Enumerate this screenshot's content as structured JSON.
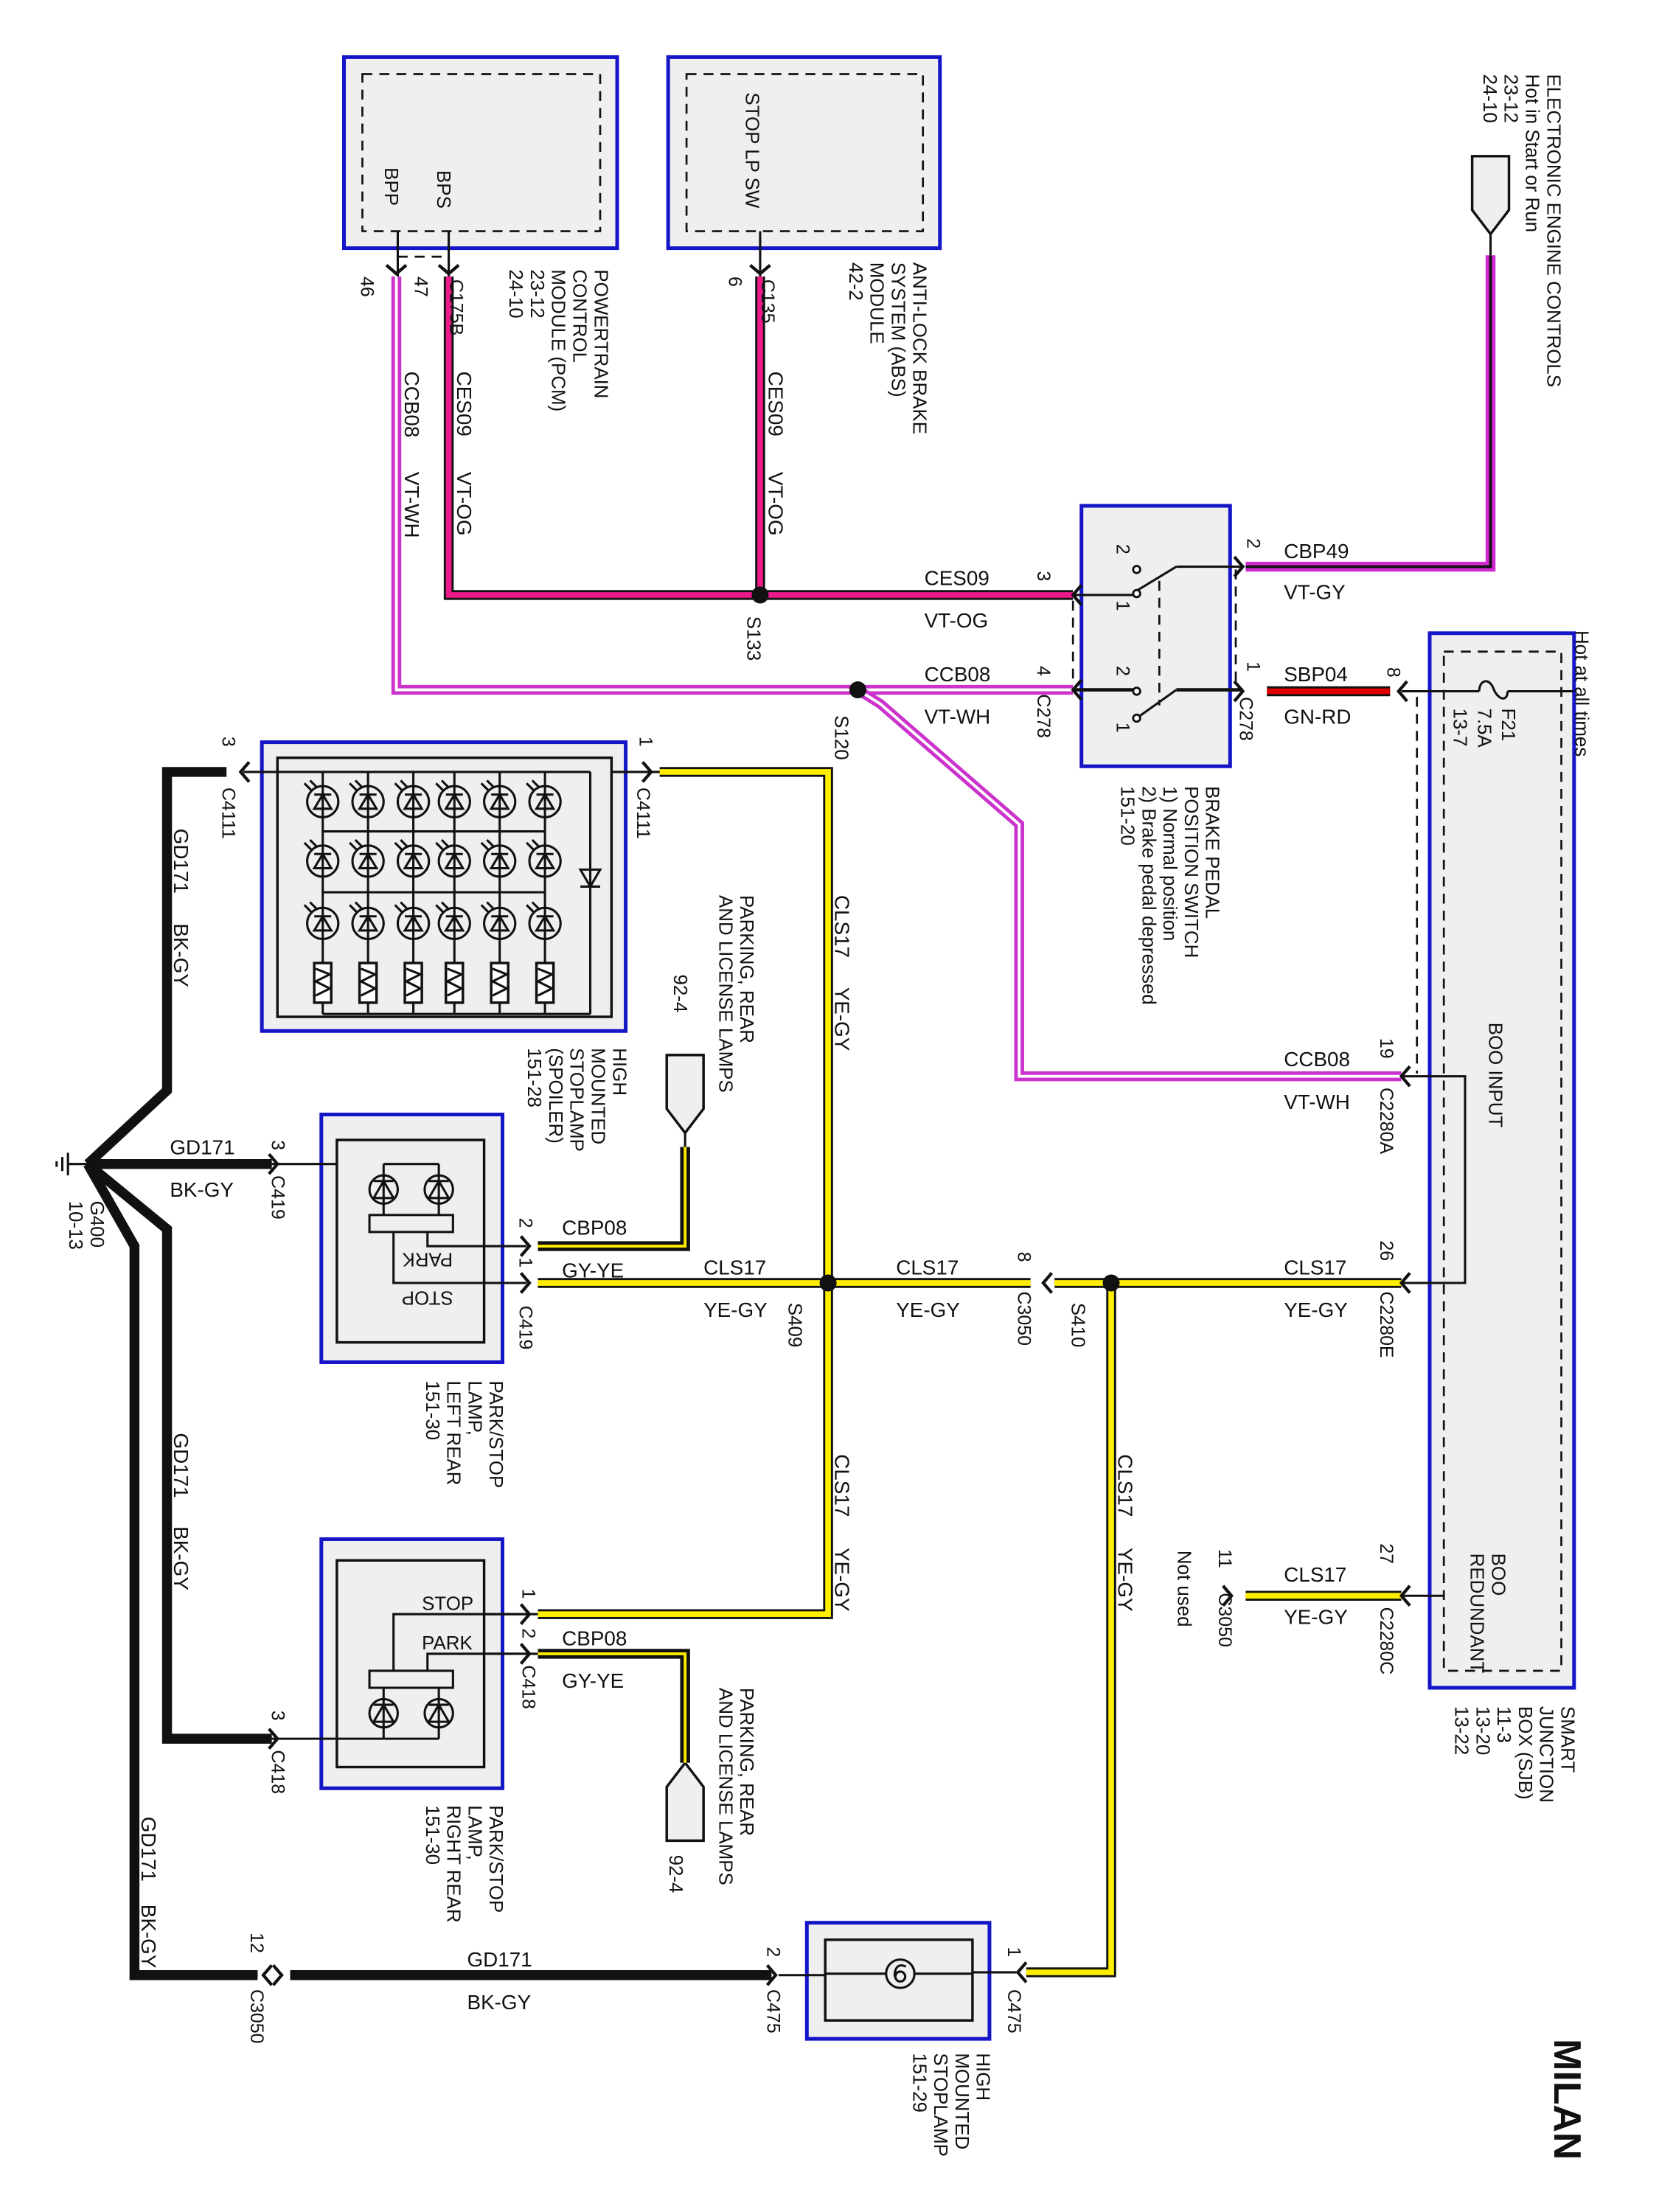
{
  "title": "MILAN",
  "modules": {
    "pcm": {
      "name_lines": [
        "POWERTRAIN",
        "CONTROL",
        "MODULE (PCM)",
        "23-12",
        "24-10"
      ],
      "pin_bps": "BPS",
      "pin_bpp": "BPP"
    },
    "abs": {
      "name_lines": [
        "ANTI-LOCK BRAKE",
        "SYSTEM (ABS)",
        "MODULE",
        "42-2"
      ],
      "switch": "STOP LP SW"
    },
    "eec": {
      "name_lines": [
        "ELECTRONIC ENGINE CONTROLS",
        "Hot in Start or Run",
        "23-12",
        "24-10"
      ]
    },
    "brake_switch": {
      "name_lines": [
        "BRAKE PEDAL",
        "POSITION SWITCH",
        "1) Normal position",
        "2) Brake pedal depressed",
        "151-20"
      ],
      "contacts": [
        "2",
        "1",
        "2",
        "1"
      ]
    },
    "sjb": {
      "name_lines": [
        "SMART",
        "JUNCTION",
        "BOX (SJB)",
        "11-3",
        "13-20",
        "13-22"
      ],
      "hot": "Hot at all times",
      "fuse": [
        "F21",
        "7.5A",
        "13-7"
      ],
      "boo_input": "BOO INPUT",
      "boo_redundant": [
        "BOO",
        "REDUNDANT"
      ]
    },
    "hmsl_spoiler": {
      "name_lines": [
        "HIGH",
        "MOUNTED",
        "STOPLAMP",
        "(SPOILER)",
        "151-28"
      ]
    },
    "lr_lamp": {
      "name_lines": [
        "PARK/STOP",
        "LAMP,",
        "LEFT REAR",
        "151-30"
      ],
      "park": "PARK",
      "stop": "STOP"
    },
    "rr_lamp": {
      "name_lines": [
        "PARK/STOP",
        "LAMP,",
        "RIGHT REAR",
        "151-30"
      ],
      "park": "PARK",
      "stop": "STOP"
    },
    "hmsl": {
      "name_lines": [
        "HIGH",
        "MOUNTED",
        "STOPLAMP",
        "151-29"
      ]
    },
    "parking_lamps": {
      "name_lines": [
        "PARKING, REAR",
        "AND LICENSE LAMPS"
      ],
      "ref": "92-4"
    },
    "ground": {
      "name_lines": [
        "G400",
        "10-13"
      ]
    }
  },
  "wires": [
    {
      "circuit": "CES09",
      "color": "VT-OG"
    },
    {
      "circuit": "CCB08",
      "color": "VT-WH"
    },
    {
      "circuit": "CES09",
      "color": "VT-OG"
    },
    {
      "circuit": "CES09",
      "color": "VT-OG"
    },
    {
      "circuit": "CCB08",
      "color": "VT-WH"
    },
    {
      "circuit": "CBP49",
      "color": "VT-GY"
    },
    {
      "circuit": "SBP04",
      "color": "GN-RD"
    },
    {
      "circuit": "CCB08",
      "color": "VT-WH"
    },
    {
      "circuit": "CLS17",
      "color": "YE-GY"
    },
    {
      "circuit": "CLS17",
      "color": "YE-GY"
    },
    {
      "circuit": "CLS17",
      "color": "YE-GY"
    },
    {
      "circuit": "CBP08",
      "color": "GY-YE"
    },
    {
      "circuit": "CLS17",
      "color": "YE-GY"
    },
    {
      "circuit": "CLS17",
      "color": "YE-GY"
    },
    {
      "circuit": "CLS17",
      "color": "YE-GY"
    },
    {
      "circuit": "CLS17",
      "color": "YE-GY"
    },
    {
      "circuit": "CBP08",
      "color": "GY-YE"
    },
    {
      "circuit": "GD171",
      "color": "BK-GY"
    },
    {
      "circuit": "GD171",
      "color": "BK-GY"
    },
    {
      "circuit": "GD171",
      "color": "BK-GY"
    },
    {
      "circuit": "GD171",
      "color": "BK-GY"
    },
    {
      "circuit": "GD171",
      "color": "BK-GY"
    }
  ],
  "pin_numbers": [
    "47",
    "46",
    "6",
    "3",
    "4",
    "2",
    "1",
    "8",
    "19",
    "26",
    "27",
    "11",
    "8",
    "1",
    "3",
    "2",
    "1",
    "3",
    "1",
    "2",
    "3",
    "12",
    "2",
    "1"
  ],
  "connector_labels": [
    "C175B",
    "C135",
    "C278",
    "C278",
    "C2280A",
    "C2280E",
    "C2280C",
    "C3050",
    "C3050",
    "C4111",
    "C4111",
    "C419",
    "C419",
    "C418",
    "C418",
    "C3050",
    "C475",
    "C475"
  ],
  "splices": [
    "S133",
    "S120",
    "S409",
    "S410"
  ],
  "not_used": "Not used",
  "wire_colors": {
    "VT-OG": {
      "outer": "#111111",
      "inner": "#ec1a8a"
    },
    "VT-WH": {
      "outer": "#cc33cc",
      "inner": "#ffffff"
    },
    "VT-GY": {
      "outer": "#d22ad2",
      "inner": "#111111"
    },
    "GN-RD": {
      "outer": "#111111",
      "inner": "#e00000"
    },
    "YE-GY": {
      "outer": "#111111",
      "inner": "#ffee00"
    },
    "GY-YE": {
      "outer": "#111111",
      "inner": "#ffee00"
    },
    "BK-GY": {
      "outer": "#111111",
      "inner": "#111111"
    },
    "box_outline": "#1515c8"
  }
}
